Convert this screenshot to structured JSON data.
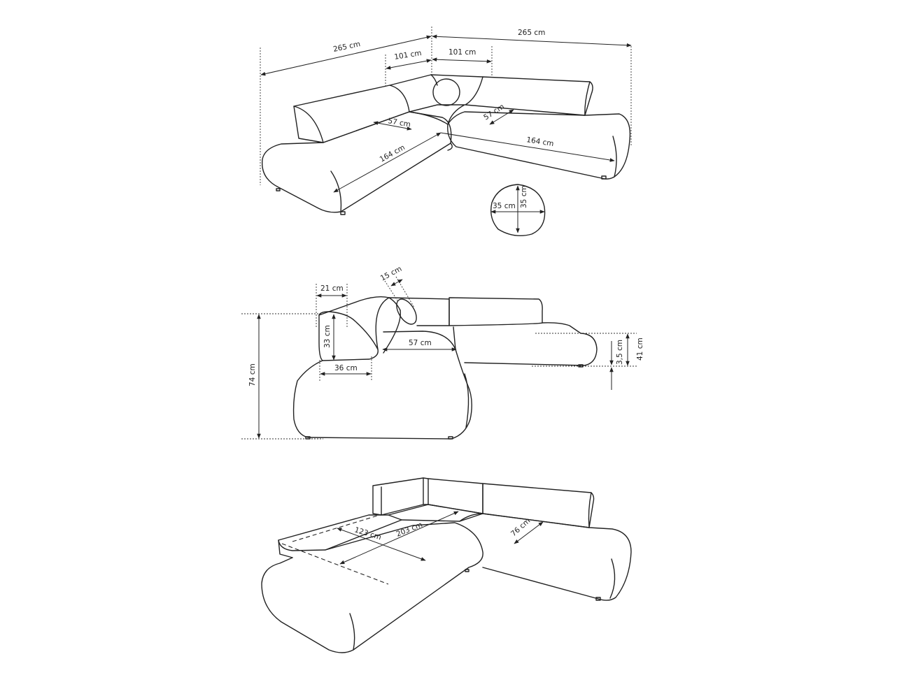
{
  "diagram": {
    "type": "furniture-dimension-drawing",
    "subject": "corner sofa",
    "views": [
      {
        "name": "top-perspective",
        "dimensions": {
          "overall_left": "265 cm",
          "overall_right": "265 cm",
          "corner_left": "101 cm",
          "corner_right": "101 cm",
          "seat_depth_left": "57 cm",
          "seat_depth_right": "57 cm",
          "seat_length_left": "164 cm",
          "seat_length_right": "164 cm"
        }
      },
      {
        "name": "pillow",
        "dimensions": {
          "width": "35 cm",
          "height": "35 cm"
        }
      },
      {
        "name": "side-view",
        "dimensions": {
          "headrest_depth": "21 cm",
          "pillow_thickness": "15 cm",
          "headrest_height": "33 cm",
          "seat_depth": "57 cm",
          "armrest_width": "36 cm",
          "total_height": "74 cm",
          "seat_height": "41 cm",
          "leg_height": "3,5 cm"
        }
      },
      {
        "name": "bed-mode",
        "dimensions": {
          "bed_width": "123 cm",
          "bed_length": "203 cm",
          "chaise_depth": "76 cm"
        }
      }
    ]
  },
  "colors": {
    "line": "#222222",
    "background": "#ffffff"
  }
}
